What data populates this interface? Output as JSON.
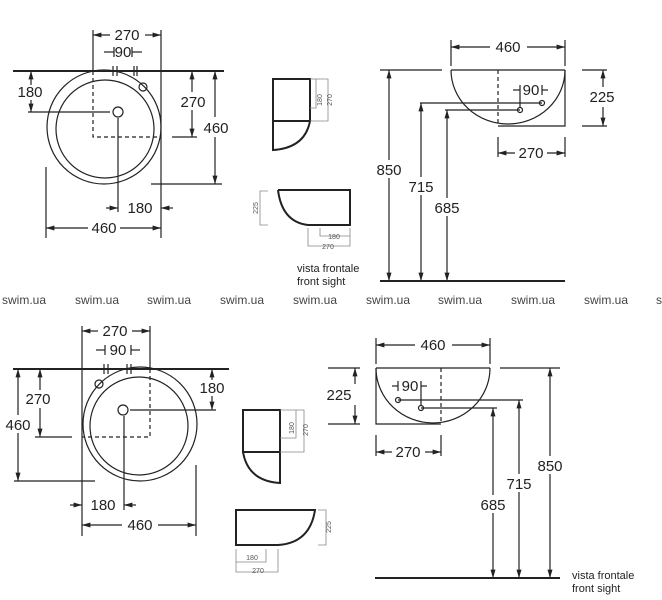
{
  "top_variant": {
    "plan_view": {
      "d270_top": "270",
      "d90": "90",
      "d180_left": "180",
      "d270_right": "270",
      "d460_right": "460",
      "d180_bottom": "180",
      "d460_bottom": "460"
    },
    "side_view": {
      "d180": "180",
      "d270": "270"
    },
    "front_small": {
      "d225": "225",
      "d180": "180",
      "d270": "270"
    },
    "front_view": {
      "d460": "460",
      "d90": "90",
      "d225": "225",
      "d270": "270",
      "d850": "850",
      "d715": "715",
      "d685": "685",
      "caption_it": "vista frontale",
      "caption_en": "front sight"
    }
  },
  "watermarks": [
    "swim.ua",
    "swim.ua",
    "swim.ua",
    "swim.ua",
    "swim.ua",
    "swim.ua",
    "swim.ua",
    "swim.ua",
    "swim.ua",
    "s"
  ],
  "bottom_variant": {
    "plan_view": {
      "d270_top": "270",
      "d90": "90",
      "d180_right": "180",
      "d270_left": "270",
      "d460_left": "460",
      "d180_bottom": "180",
      "d460_bottom": "460"
    },
    "side_view": {
      "d180": "180",
      "d270": "270"
    },
    "front_small": {
      "d225": "225",
      "d180": "180",
      "d270": "270"
    },
    "front_view": {
      "d460": "460",
      "d90": "90",
      "d225": "225",
      "d270": "270",
      "d850": "850",
      "d715": "715",
      "d685": "685",
      "caption_it": "vista frontale",
      "caption_en": "front sight"
    }
  }
}
